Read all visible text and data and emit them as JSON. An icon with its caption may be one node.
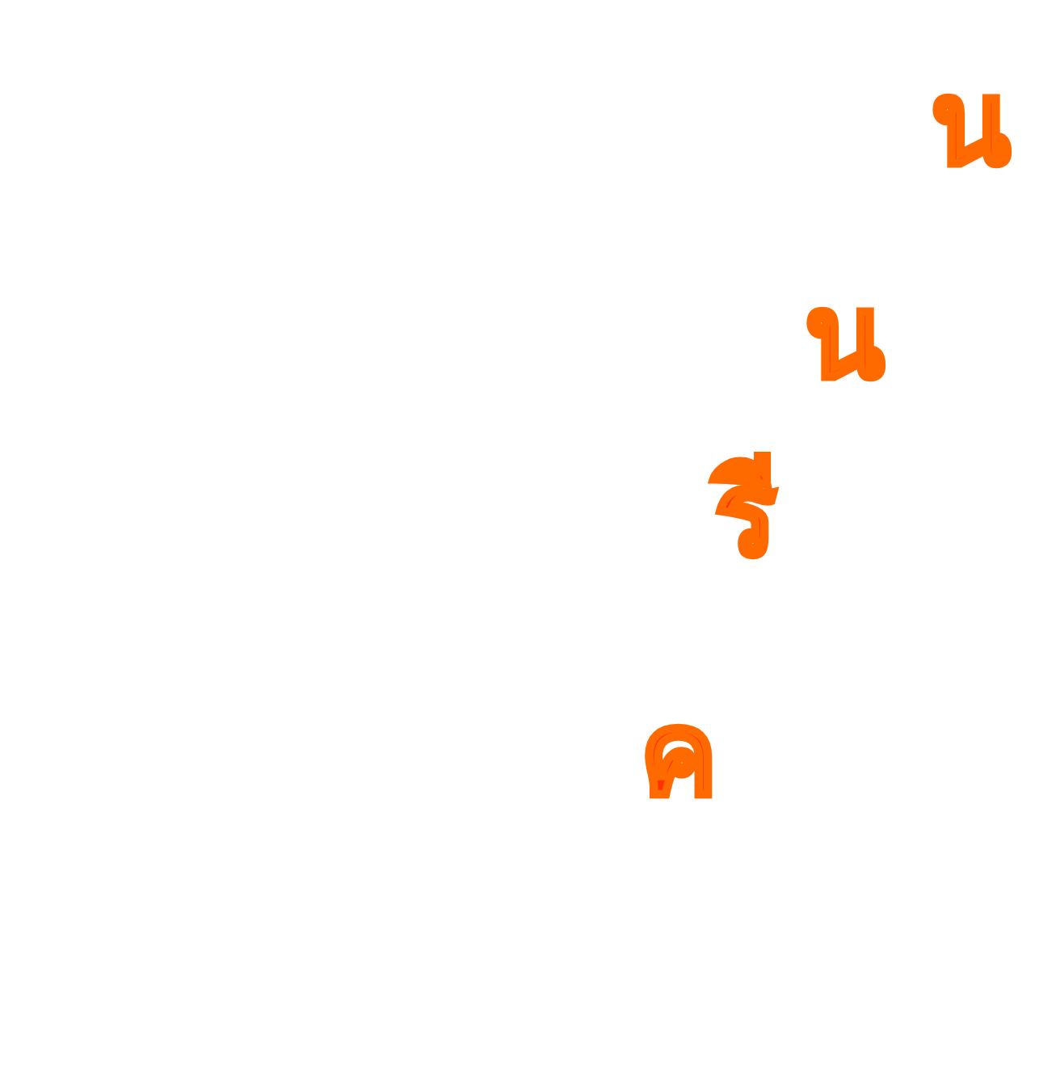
{
  "diagram": {
    "labels": [
      "น",
      "น",
      "รี",
      "ค"
    ]
  }
}
